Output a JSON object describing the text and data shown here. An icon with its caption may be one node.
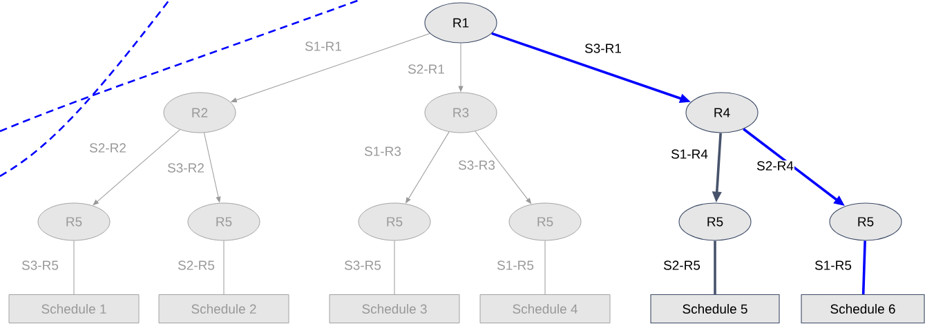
{
  "diagram": {
    "nodes": [
      {
        "text": [
          "R1"
        ]
      },
      {
        "text": [
          "R2"
        ]
      },
      {
        "text": [
          "R3"
        ]
      },
      {
        "text": [
          "R4"
        ]
      },
      {
        "text": [
          "R5"
        ]
      },
      {
        "text": [
          "R5"
        ]
      },
      {
        "text": [
          "R5"
        ]
      },
      {
        "text": [
          "R5"
        ]
      },
      {
        "text": [
          "R5"
        ]
      },
      {
        "text": [
          "R5"
        ]
      },
      {
        "text": [
          "Schedule 1"
        ]
      },
      {
        "text": [
          "Schedule 2"
        ]
      },
      {
        "text": [
          "Schedule 3"
        ]
      },
      {
        "text": [
          "Schedule 4"
        ]
      },
      {
        "text": [
          "Schedule 5"
        ]
      },
      {
        "text": [
          "Schedule 6"
        ]
      }
    ],
    "edges": [
      {
        "from": 0,
        "to": 1,
        "arrow": "to",
        "label": "S1-R1"
      },
      {
        "from": 0,
        "to": 2,
        "arrow": "to",
        "label": "S2-R1"
      },
      {
        "from": 0,
        "to": 3,
        "arrow": "to",
        "label": "S3-R1",
        "style": "thick",
        "color": "#0000ff"
      },
      {
        "from": 1,
        "to": 4,
        "arrow": "to",
        "label": "S2-R2"
      },
      {
        "from": 1,
        "to": 5,
        "arrow": "to",
        "label": "S3-R2"
      },
      {
        "from": 2,
        "to": 6,
        "arrow": "to",
        "label": "S1-R3"
      },
      {
        "from": 2,
        "to": 7,
        "arrow": "to",
        "label": "S3-R3"
      },
      {
        "from": 3,
        "to": 8,
        "arrow": "to",
        "label": "S1-R4",
        "style": "thick",
        "color": "#47536b"
      },
      {
        "from": 3,
        "to": 9,
        "arrow": "to",
        "label": "S2-R4",
        "style": "thick",
        "color": "#0000ff"
      },
      {
        "from": 4,
        "to": 10,
        "arrow": "none",
        "label": "S3-R5"
      },
      {
        "from": 5,
        "to": 11,
        "arrow": "none",
        "label": "S2-R5"
      },
      {
        "from": 6,
        "to": 12,
        "arrow": "none",
        "label": "S3-R5"
      },
      {
        "from": 7,
        "to": 13,
        "arrow": "none",
        "label": "S1-R5"
      },
      {
        "from": 8,
        "to": 14,
        "arrow": "none",
        "label": "S2-R5",
        "style": "thick",
        "color": "#47536b"
      },
      {
        "from": 9,
        "to": 15,
        "arrow": "none",
        "label": "S1-R5",
        "style": "thick",
        "color": "#0000ff"
      }
    ]
  }
}
